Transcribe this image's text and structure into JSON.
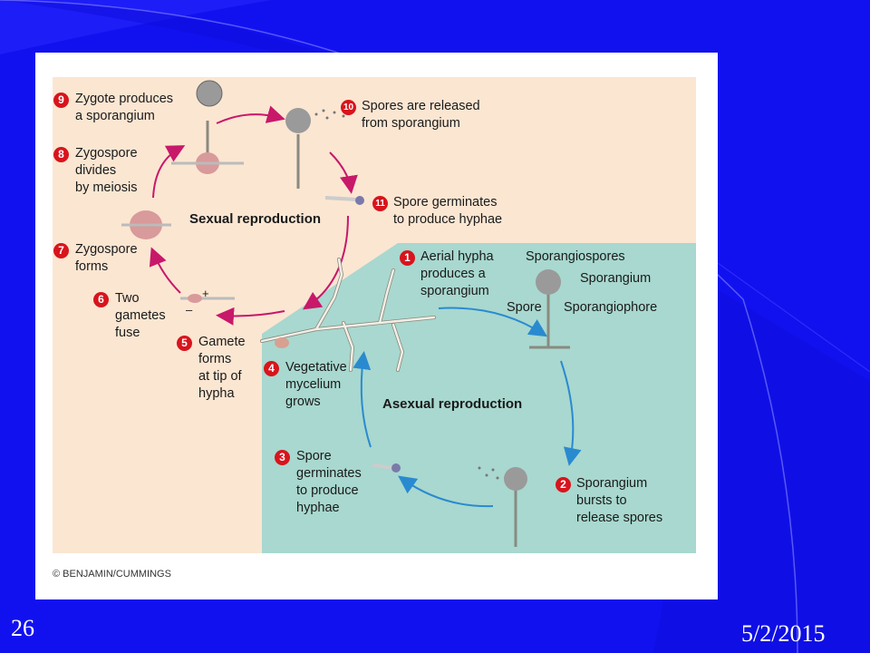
{
  "slide": {
    "number": "26",
    "date": "5/2/2015"
  },
  "figure": {
    "sexual_title": "Sexual reproduction",
    "asexual_title": "Asexual reproduction",
    "copyright": "© BENJAMIN/CUMMINGS",
    "steps": [
      {
        "num": "1",
        "text": "Aerial hypha\nproduces a\nsporangium"
      },
      {
        "num": "2",
        "text": "Sporangium\nbursts to\nrelease spores"
      },
      {
        "num": "3",
        "text": "Spore\ngerminates\nto produce\nhyphae"
      },
      {
        "num": "4",
        "text": "Vegetative\nmycelium\ngrows"
      },
      {
        "num": "5",
        "text": "Gamete\nforms\nat tip of\nhypha"
      },
      {
        "num": "6",
        "text": "Two\ngametes\nfuse"
      },
      {
        "num": "7",
        "text": "Zygospore\nforms"
      },
      {
        "num": "8",
        "text": "Zygospore\ndivides\nby meiosis"
      },
      {
        "num": "9",
        "text": "Zygote produces\na sporangium"
      },
      {
        "num": "10",
        "text": "Spores are released\nfrom sporangium"
      },
      {
        "num": "11",
        "text": "Spore germinates\nto produce hyphae"
      }
    ],
    "structure_labels": {
      "sporangiospores": "Sporangiospores",
      "sporangium": "Sporangium",
      "spore": "Spore",
      "sporangiophore": "Sporangiophore",
      "plus": "+",
      "minus": "–"
    }
  },
  "colors": {
    "slide_bg": "#1111f0",
    "sexual_bg": "#fbe6d2",
    "asexual_bg": "#a8d8cf",
    "sexual_arrow": "#c8186a",
    "asexual_arrow": "#2a8ad0",
    "badge": "#d8141c"
  }
}
